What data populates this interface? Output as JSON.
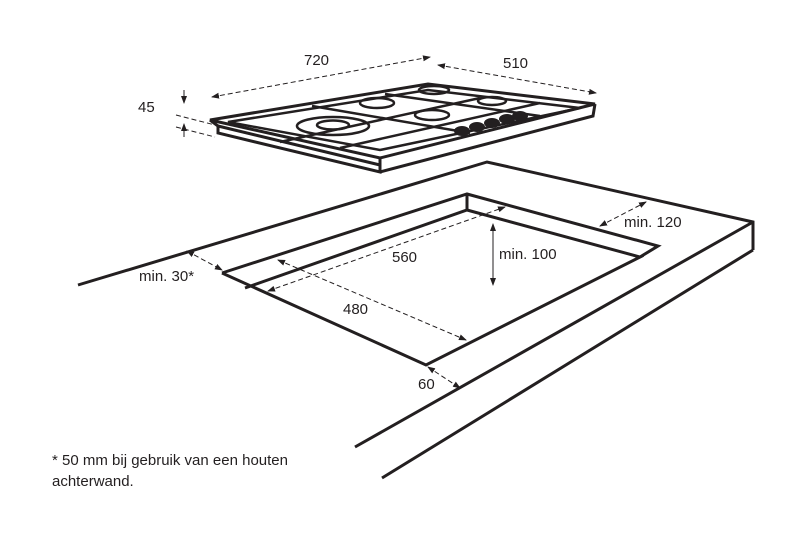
{
  "dimensions": {
    "hob_width": "720",
    "hob_depth": "510",
    "hob_height": "45",
    "cutout_width": "560",
    "cutout_depth": "480",
    "min_back": "min. 30*",
    "min_side": "min. 120",
    "min_below": "min. 100",
    "front": "60"
  },
  "footnote": {
    "line1": "* 50 mm bij gebruik van een houten",
    "line2": "achterwand."
  },
  "colors": {
    "line": "#231f20"
  }
}
